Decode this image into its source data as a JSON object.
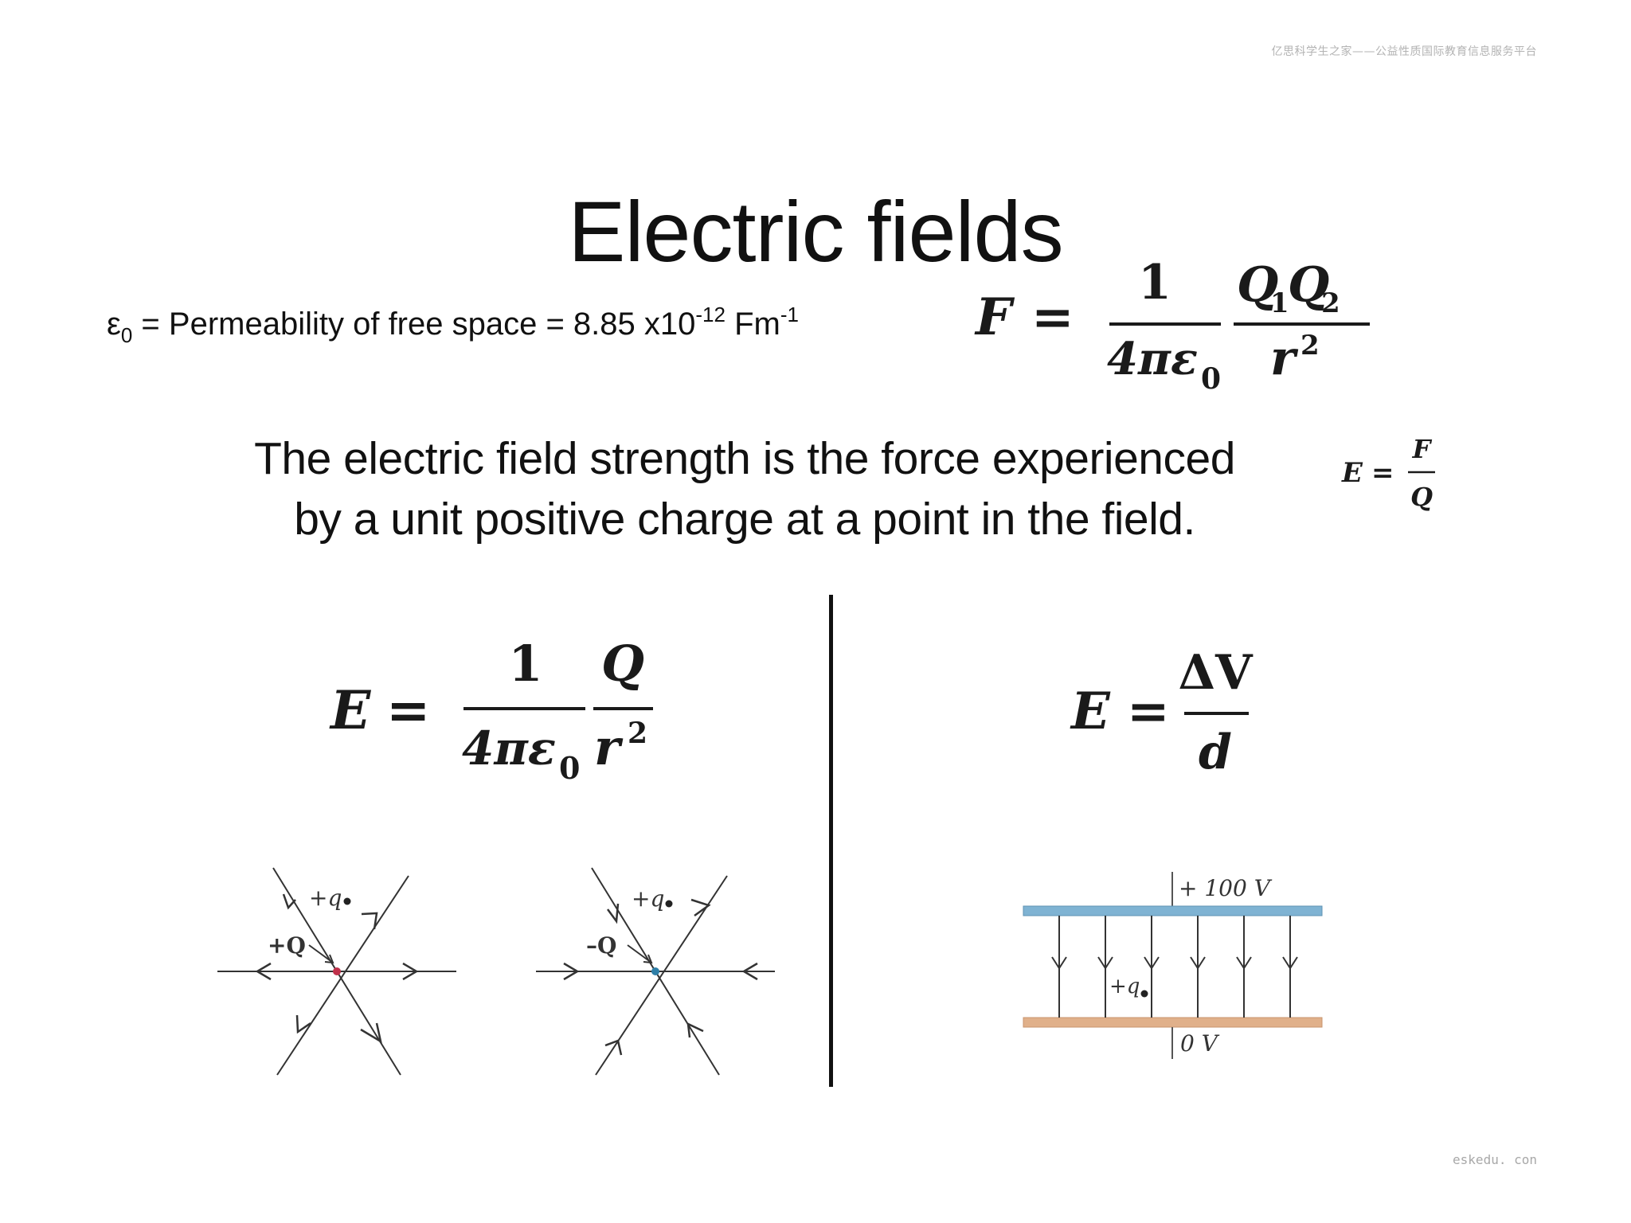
{
  "watermark": "亿思科学生之家——公益性质国际教育信息服务平台",
  "footer": "eskedu. con",
  "title": "Electric fields",
  "constant": {
    "symbol": "ε",
    "subscript": "0",
    "text_a": " = Permeability of free space = 8.85 x10",
    "exponent_a": "-12",
    "text_b": " Fm",
    "exponent_b": "-1"
  },
  "definition": {
    "line1": "The electric field strength is the force experienced",
    "line2": "by a unit positive charge at a point in the field."
  },
  "formulas": {
    "coulomb": {
      "lhs": "F",
      "eq": "=",
      "num1": "1",
      "den1": "4πε",
      "den1_sub": "0",
      "num2_a": "Q",
      "num2_sub1": "1",
      "num2_b": "Q",
      "num2_sub2": "2",
      "den2": "r",
      "den2_sup": "2"
    },
    "field_def": {
      "lhs": "E",
      "eq": "=",
      "num": "F",
      "den": "Q"
    },
    "radial": {
      "lhs": "E",
      "eq": "=",
      "num1": "1",
      "den1": "4πε",
      "den1_sub": "0",
      "num2": "Q",
      "den2": "r",
      "den2_sup": "2"
    },
    "uniform": {
      "lhs": "E",
      "eq": "=",
      "num": "ΔV",
      "den": "d"
    }
  },
  "diagrams": {
    "positive": {
      "test_charge": "+q",
      "source_charge": "+Q",
      "dot_color": "#c0304a"
    },
    "negative": {
      "test_charge": "+q",
      "source_charge": "–Q",
      "dot_color": "#2e7fa8"
    },
    "plates": {
      "top_label": "+ 100 V",
      "bottom_label": "0 V",
      "test_charge": "+q",
      "top_color": "#7fb3d3",
      "bottom_color": "#e0b08a"
    }
  }
}
